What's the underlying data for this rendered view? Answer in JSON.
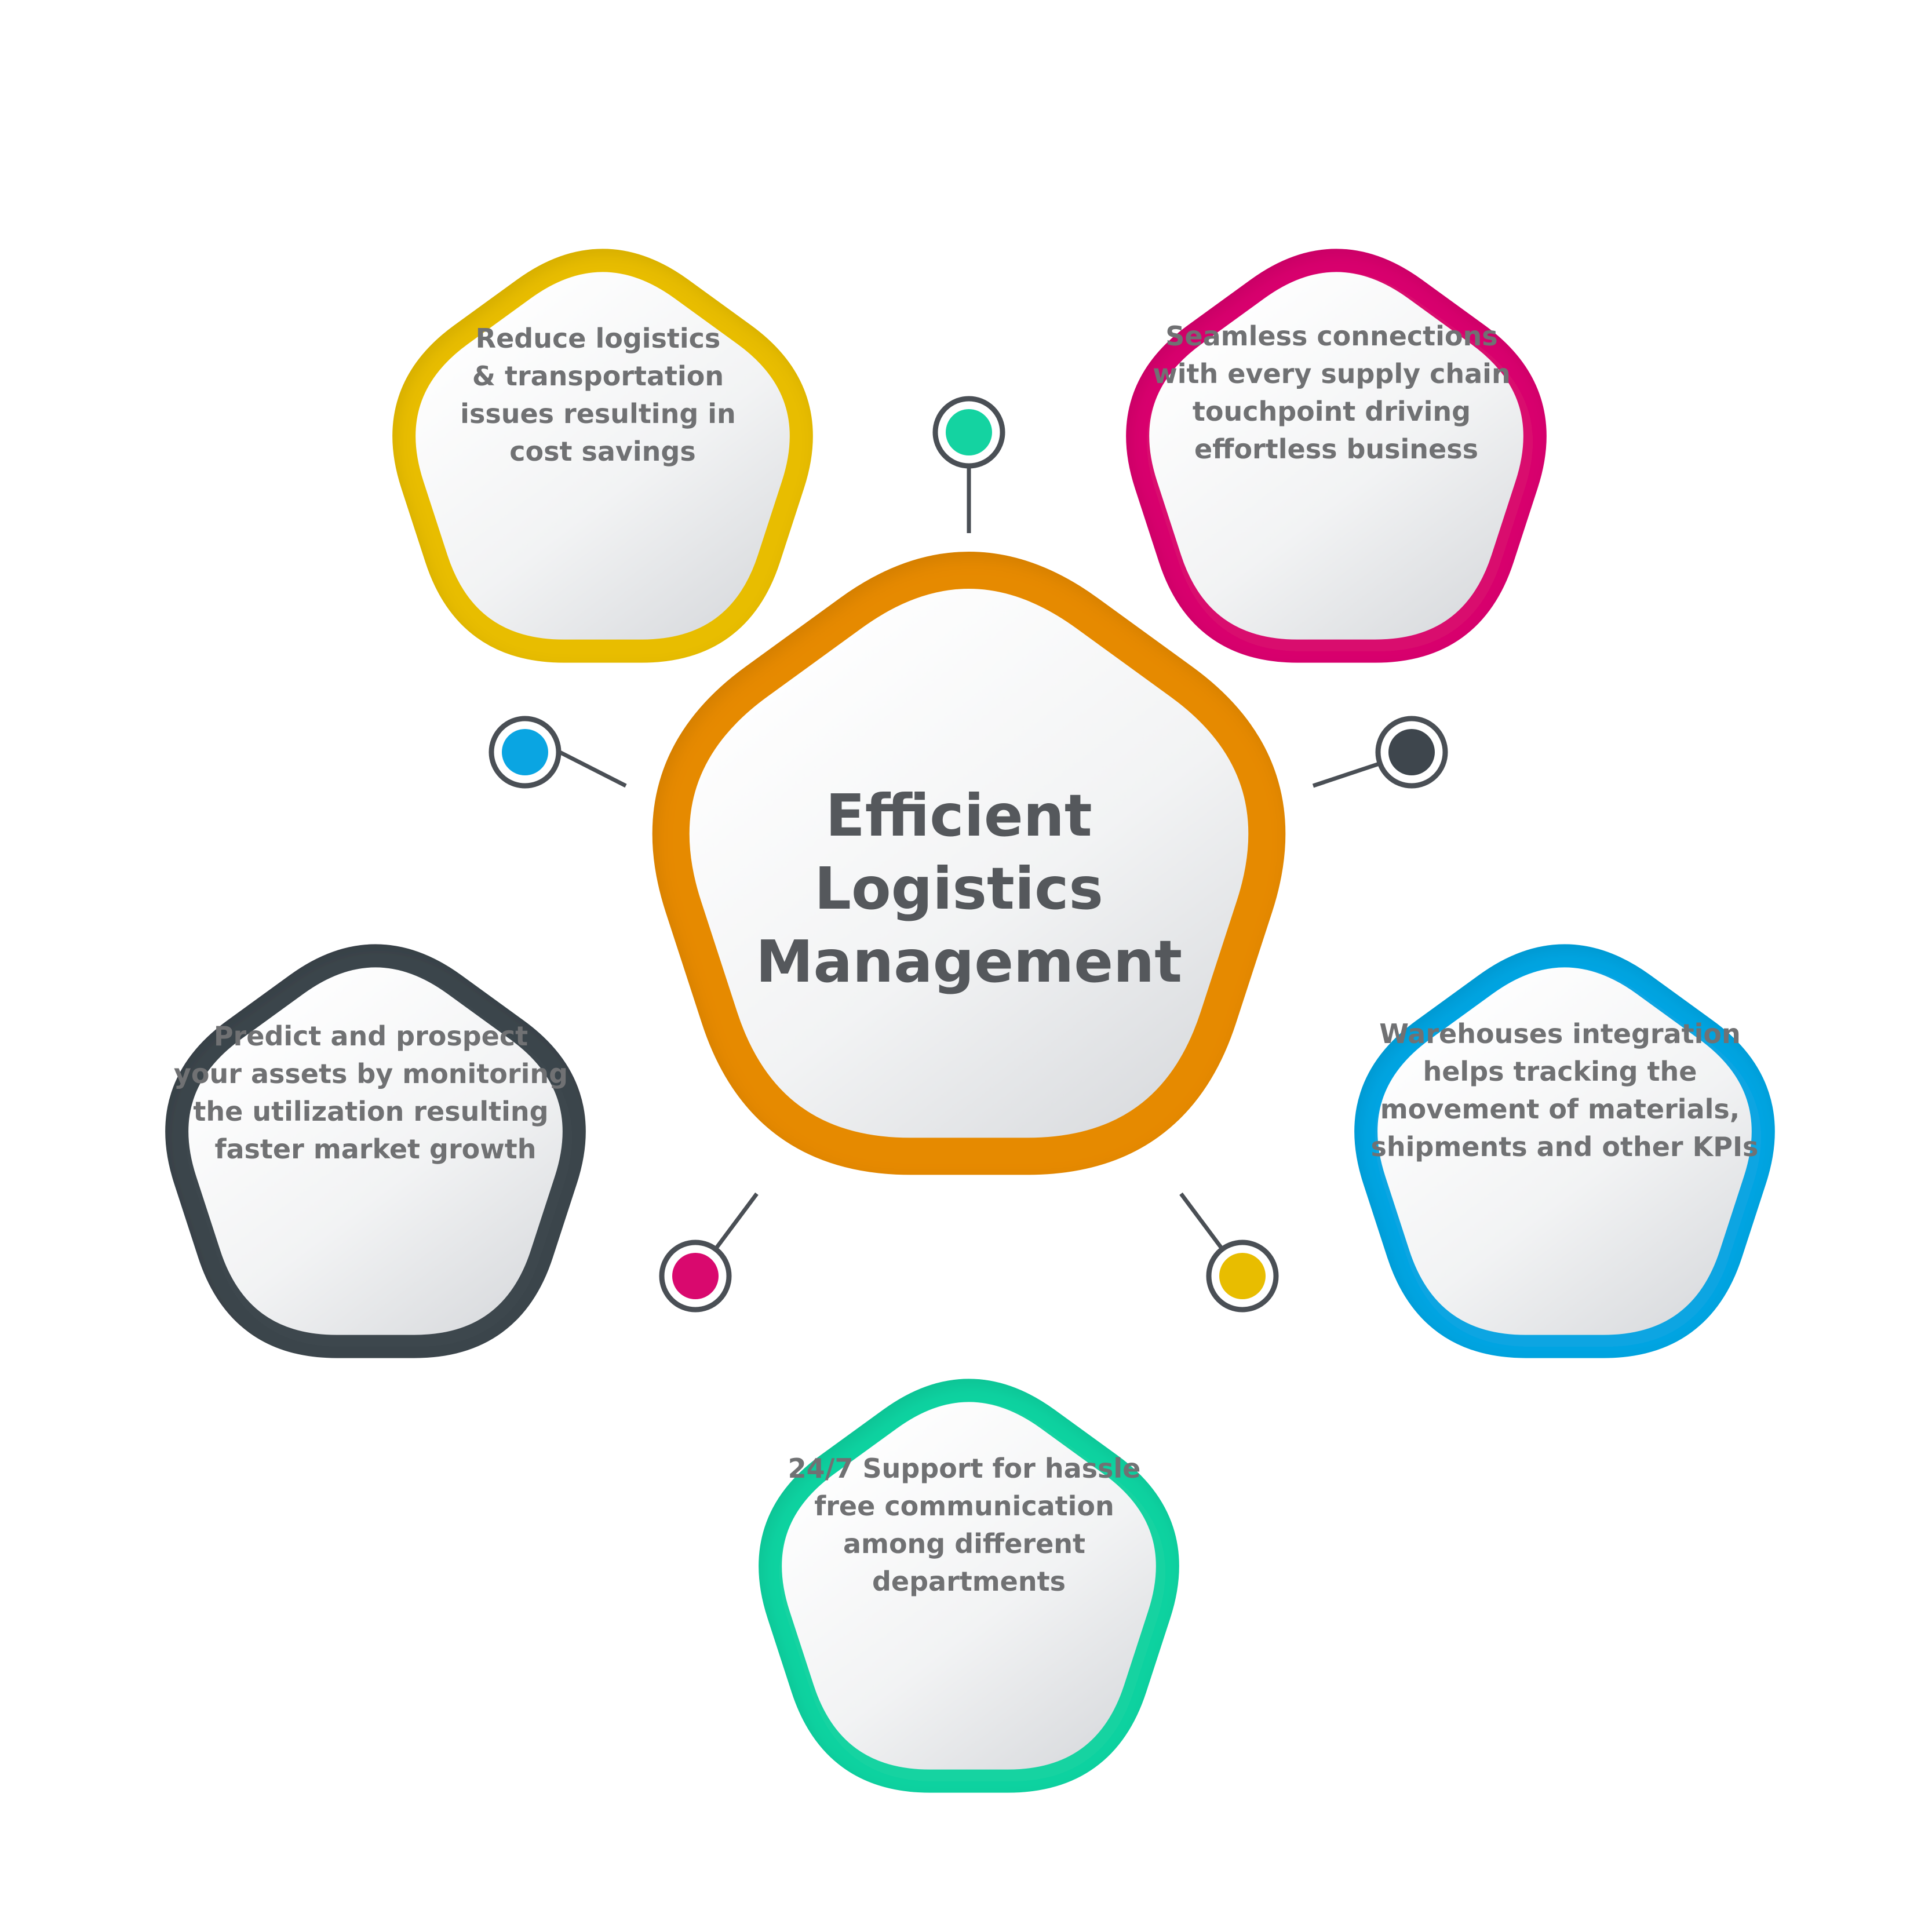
{
  "center": {
    "title_lines": [
      "Efficient",
      "Logistics",
      "Management"
    ],
    "color": "#e68a00"
  },
  "nodes": [
    {
      "id": "reduce-logistics",
      "color": "#e8bd00",
      "lines": [
        "Reduce logistics",
        "& transportation",
        "issues resulting in",
        "cost savings"
      ]
    },
    {
      "id": "seamless-connections",
      "color": "#d9096e",
      "lines": [
        "Seamless connections",
        "with every supply chain",
        "touchpoint driving",
        "effortless business"
      ]
    },
    {
      "id": "predict-assets",
      "color": "#3e464d",
      "lines": [
        "Predict and prospect",
        "your assets by monitoring",
        "the utilization resulting",
        "faster market growth"
      ]
    },
    {
      "id": "warehouses-integration",
      "color": "#0aa5e2",
      "lines": [
        "Warehouses integration",
        "helps  tracking the",
        "movement of materials,",
        "shipments and other KPIs"
      ]
    },
    {
      "id": "support-24-7",
      "color": "#14d3a1",
      "lines": [
        "24/7 Support for hassle",
        "free communication",
        "among different",
        "departments"
      ]
    }
  ],
  "connectors": [
    {
      "id": "top",
      "color": "#14d3a1"
    },
    {
      "id": "upper-left",
      "color": "#0aa5e2"
    },
    {
      "id": "upper-right",
      "color": "#3e464d"
    },
    {
      "id": "lower-left",
      "color": "#d9096e"
    },
    {
      "id": "lower-right",
      "color": "#e8bd00"
    }
  ],
  "colors": {
    "text": "#707173",
    "title": "#55585c",
    "connector_line": "#4a4f55"
  }
}
